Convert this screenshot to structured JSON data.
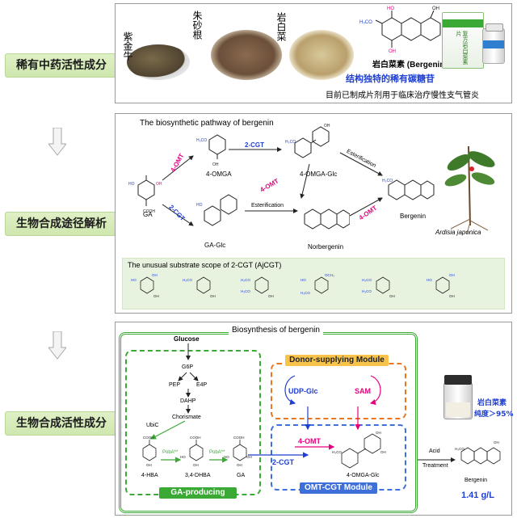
{
  "labels": {
    "rare_components": "稀有中药活性成分",
    "pathway_analysis": "生物合成途径解析",
    "bio_active": "生物合成活性成分"
  },
  "panel1": {
    "plant1": "紫金牛",
    "plant2": "朱砂根",
    "plant3": "岩白菜",
    "compound_name": "岩白菜素 (Bergenin)",
    "highlight": "结构独特的稀有碳糖苷",
    "note": "目前已制成片剂用于临床治疗慢性支气管炎",
    "box_label": "复方岩白菜素片"
  },
  "panel2": {
    "title": "The biosynthetic pathway of bergenin",
    "ga": "GA",
    "ga_glc": "GA-Glc",
    "omga": "4-OMGA",
    "omga_glc": "4-OMGA-Glc",
    "norbergenin": "Norbergenin",
    "bergenin": "Bergenin",
    "plant_caption": "Ardisia japonica",
    "enz_4omt_a": "4-OMT",
    "enz_2cgt_a": "2-CGT",
    "enz_2cgt_b": "2-CGT",
    "enz_4omt_b": "4-OMT",
    "enz_4omt_c": "4-OMT",
    "esterification_a": "Esterification",
    "esterification_b": "Esterification",
    "scope_title": "The unusual substrate scope of 2-CGT (AjCGT)"
  },
  "panel3": {
    "title": "Biosynthesis of bergenin",
    "glucose": "Glucose",
    "g6p": "G6P",
    "pep": "PEP",
    "e4p": "E4P",
    "dahp": "DAHP",
    "chorismate": "Chorismate",
    "ubic": "UbiC",
    "hba": "4-HBA",
    "dhba": "3,4-DHBA",
    "ga": "GA",
    "poba1": "PobA**",
    "poba2": "PobA**",
    "donor_module": "Donor-supplying Module",
    "udp_glc": "UDP-Glc",
    "sam": "SAM",
    "ga_module": "GA-producing Module",
    "omt_module": "OMT-CGT Module",
    "enz_2cgt": "2-CGT",
    "enz_4omt": "4-OMT",
    "omga_glc": "4-OMGA-Glc",
    "acid1": "Acid",
    "acid2": "Treatment",
    "bergenin": "Bergenin",
    "titer": "1.41 g/L",
    "vial_line1": "岩白菜素",
    "vial_line2": "纯度＞95%"
  },
  "colors": {
    "magenta": "#e6007e",
    "blue": "#1f3fd1",
    "green": "#3aa935",
    "orange": "#e87722",
    "module_blue": "#3f6fd8"
  }
}
